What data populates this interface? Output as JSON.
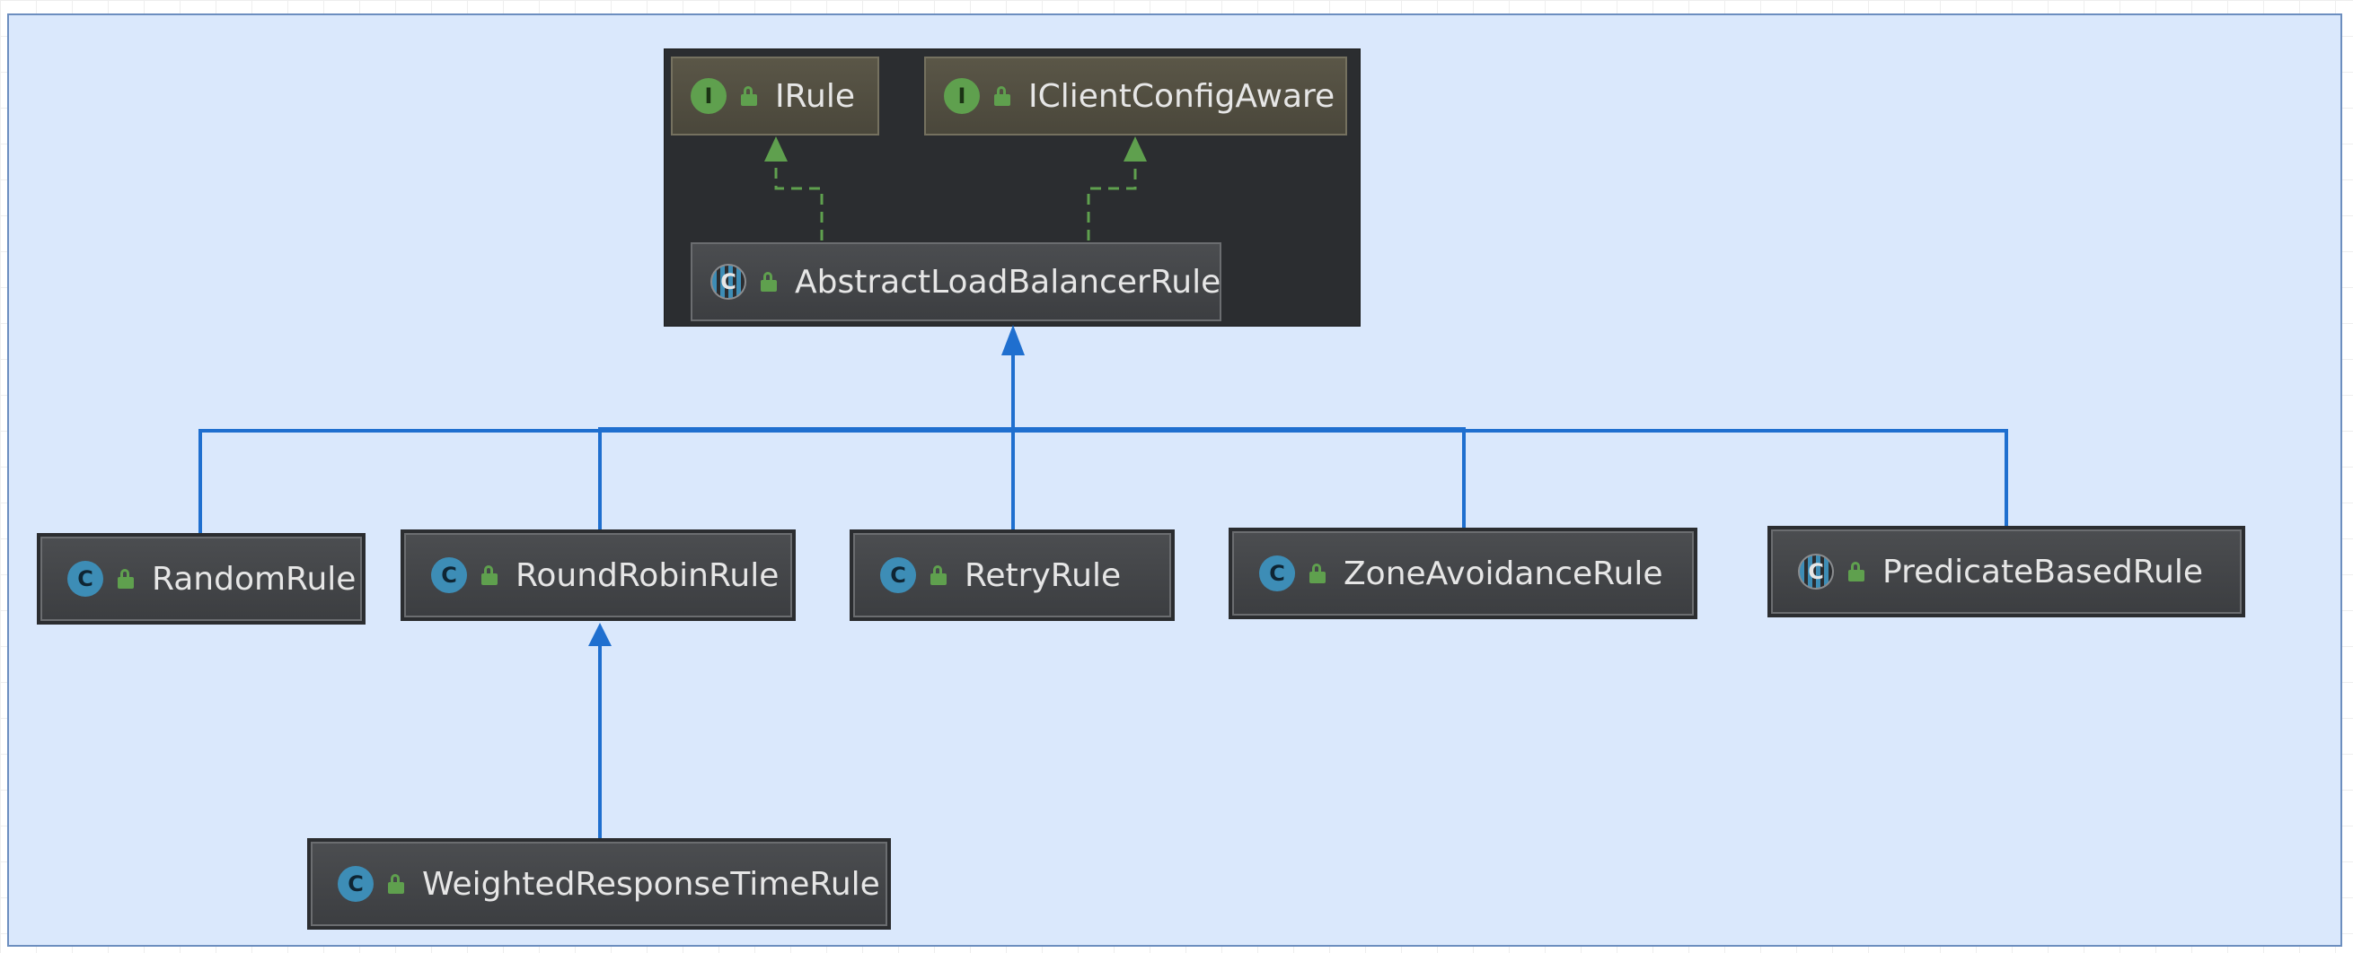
{
  "diagram": {
    "colors": {
      "background": "#dae8fc",
      "border": "#6c8ebf",
      "node_fill": "#3c3e41",
      "node_text": "#e6e6e6",
      "class_icon": "#3d8db6",
      "interface_icon": "#5fa04e",
      "realization_edge": "#5fa04e",
      "inheritance_edge": "#1f6fcf"
    },
    "nodes": {
      "irule": {
        "label": "IRule",
        "kind_letter": "I",
        "kind": "interface"
      },
      "iclientconfigaware": {
        "label": "IClientConfigAware",
        "kind_letter": "I",
        "kind": "interface"
      },
      "abstractloadbalancerrule": {
        "label": "AbstractLoadBalancerRule",
        "kind_letter": "C",
        "kind": "abstract-class"
      },
      "randomrule": {
        "label": "RandomRule",
        "kind_letter": "C",
        "kind": "class"
      },
      "roundrobinrule": {
        "label": "RoundRobinRule",
        "kind_letter": "C",
        "kind": "class"
      },
      "retryrule": {
        "label": "RetryRule",
        "kind_letter": "C",
        "kind": "class"
      },
      "zoneavoidancerule": {
        "label": "ZoneAvoidanceRule",
        "kind_letter": "C",
        "kind": "class"
      },
      "predicatebasedrule": {
        "label": "PredicateBasedRule",
        "kind_letter": "C",
        "kind": "abstract-class"
      },
      "weightedresponsetimerule": {
        "label": "WeightedResponseTimeRule",
        "kind_letter": "C",
        "kind": "class"
      }
    }
  }
}
